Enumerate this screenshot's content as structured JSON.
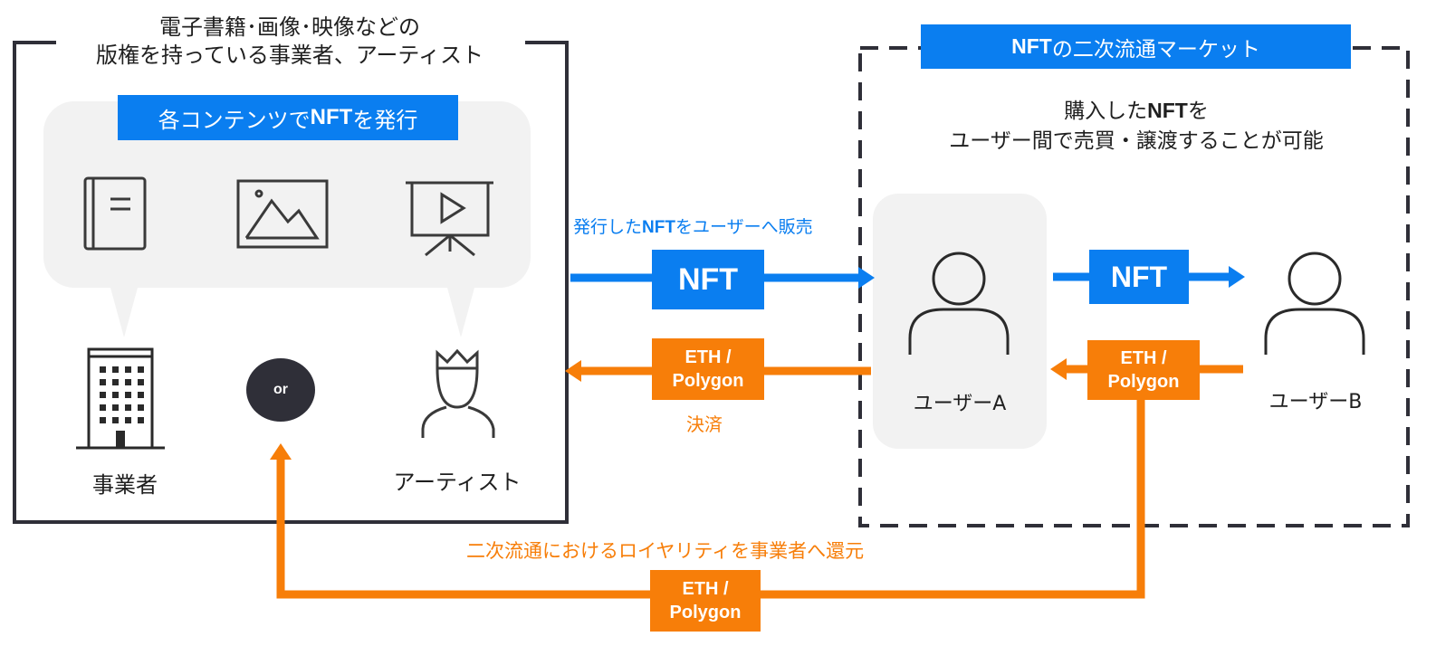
{
  "rights_holder": {
    "title_line1": "電子書籍･画像･映像などの",
    "title_line2": "版権を持っている事業者、アーティスト",
    "issue_band": {
      "prefix": "各コンテンツで",
      "bold": "NFT",
      "suffix": "を発行"
    },
    "content_icons": [
      "book-icon",
      "image-icon",
      "video-presentation-icon"
    ],
    "business_label": "事業者",
    "or_label": "or",
    "artist_label": "アーティスト"
  },
  "market": {
    "band": {
      "bold": "NFT",
      "suffix": "の二次流通マーケット"
    },
    "desc_line1": {
      "prefix": "購入した",
      "bold": "NFT",
      "suffix": "を"
    },
    "desc_line2": "ユーザー間で売買・譲渡することが可能",
    "user_a_label": "ユーザーA",
    "user_b_label": "ユーザーB"
  },
  "flows": {
    "sale_label": {
      "prefix": "発行した",
      "bold": "NFT",
      "suffix": "をユーザーへ販売"
    },
    "nft_token_label": "NFT",
    "eth_line1": "ETH /",
    "eth_line2": "Polygon",
    "settlement_label": "決済",
    "royalty_label": "二次流通におけるロイヤリティを事業者へ還元"
  },
  "colors": {
    "blue": "#0a7ef0",
    "orange": "#f77e09",
    "dark": "#2f2f38",
    "panel": "#f2f2f2"
  }
}
